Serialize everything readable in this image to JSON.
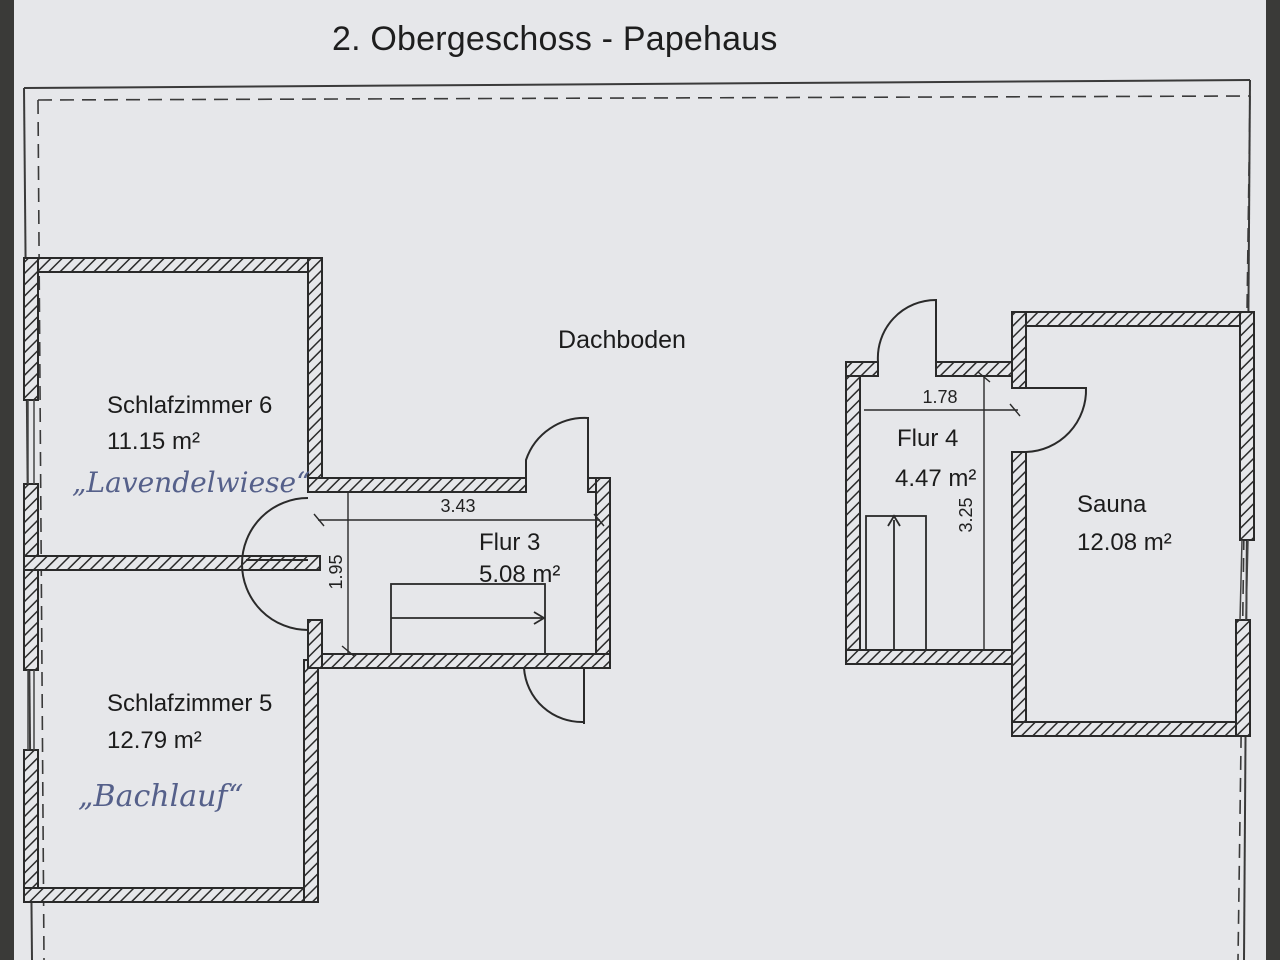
{
  "title": "2. Obergeschoss - Papehaus",
  "attic": {
    "label": "Dachboden"
  },
  "rooms": {
    "schlafzimmer6": {
      "name": "Schlafzimmer 6",
      "area": "11.15 m²",
      "nickname": "„Lavendelwiese“"
    },
    "schlafzimmer5": {
      "name": "Schlafzimmer 5",
      "area": "12.79 m²",
      "nickname": "„Bachlauf“"
    },
    "flur3": {
      "name": "Flur 3",
      "area": "5.08 m²"
    },
    "flur4": {
      "name": "Flur 4",
      "area": "4.47 m²"
    },
    "sauna": {
      "name": "Sauna",
      "area": "12.08 m²"
    }
  },
  "dimensions": {
    "flur3_width": "3.43",
    "flur3_depth": "1.95",
    "flur4_width": "1.78",
    "flur4_depth": "3.25"
  },
  "colors": {
    "paper": "#e6e7ea",
    "wall": "#2a2a2a",
    "handwriting": "#55608a"
  }
}
